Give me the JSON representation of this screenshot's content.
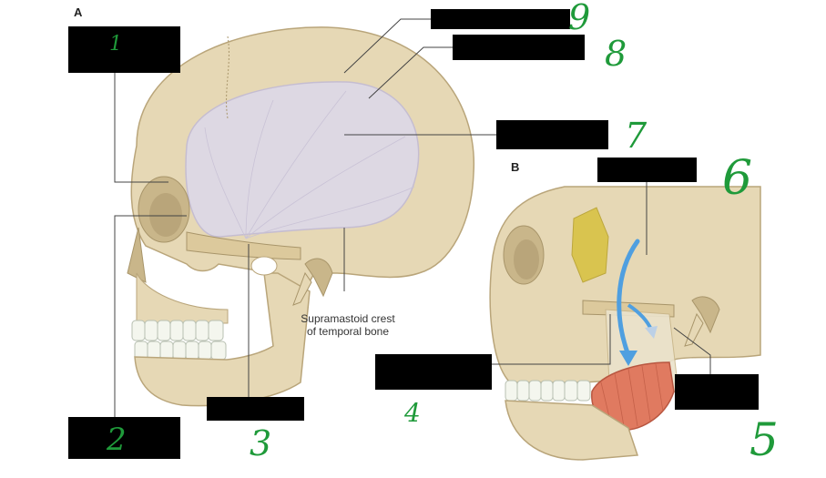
{
  "panels": {
    "a": "A",
    "b": "B"
  },
  "caption": {
    "line1": "Supramastoid crest",
    "line2": "of temporal bone"
  },
  "handwritten": [
    "1",
    "2",
    "3",
    "4",
    "5",
    "6",
    "7",
    "8",
    "9"
  ],
  "colors": {
    "bone": "#e6d8b5",
    "bone_shadow": "#c9b68a",
    "temporal_fossa": "#ddd8e6",
    "label_box": "#000000",
    "handwriting": "#1f9a3a",
    "arrow": "#4f9fe0",
    "masseter": "#e07a60",
    "yellow_region": "#d8c245"
  }
}
